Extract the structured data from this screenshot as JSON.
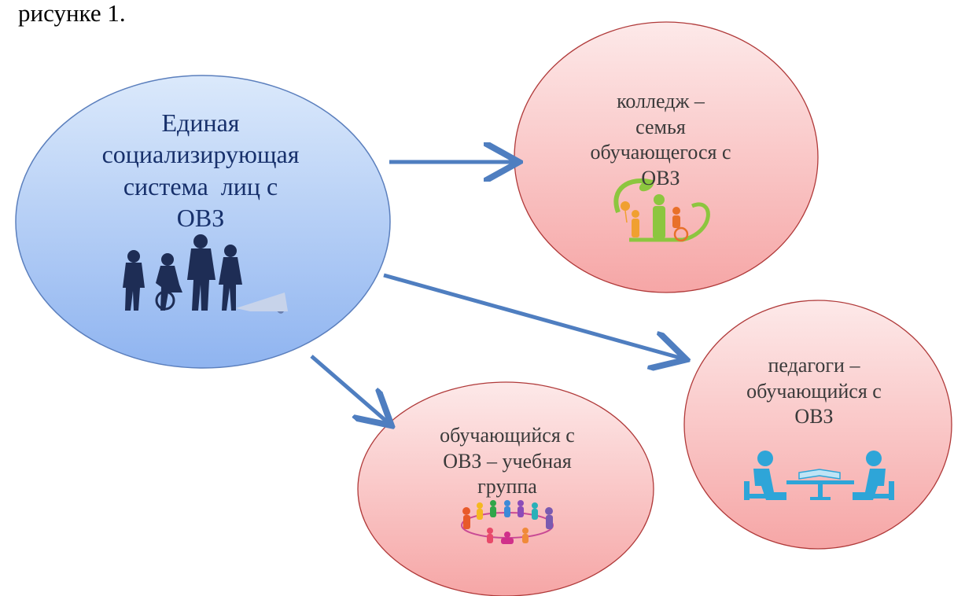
{
  "intro_text": "рисунке 1.",
  "main_node": {
    "label_lines": [
      "Единая",
      "социализирующая",
      "система  лиц с",
      "ОВЗ"
    ],
    "fill_top": "#dbe9fb",
    "fill_bottom": "#8fb4f0",
    "stroke": "#5b7fbd",
    "icon": "people-silhouettes-icon"
  },
  "nodes": [
    {
      "id": "family",
      "label_lines": [
        "колледж –",
        "семья",
        "обучающегося с",
        "ОВЗ"
      ],
      "icon": "family-with-wheelchair-icon"
    },
    {
      "id": "teachers",
      "label_lines": [
        "педагоги –",
        "обучающийся с",
        "ОВЗ"
      ],
      "icon": "teacher-student-desk-icon"
    },
    {
      "id": "group",
      "label_lines": [
        "обучающийся с",
        "ОВЗ – учебная",
        "группа"
      ],
      "icon": "children-circle-icon"
    }
  ],
  "colors": {
    "node_fill_top": "#fde9e9",
    "node_fill_bottom": "#f6a6a6",
    "node_stroke": "#b03a3a",
    "arrow": "#4f7ec0"
  }
}
